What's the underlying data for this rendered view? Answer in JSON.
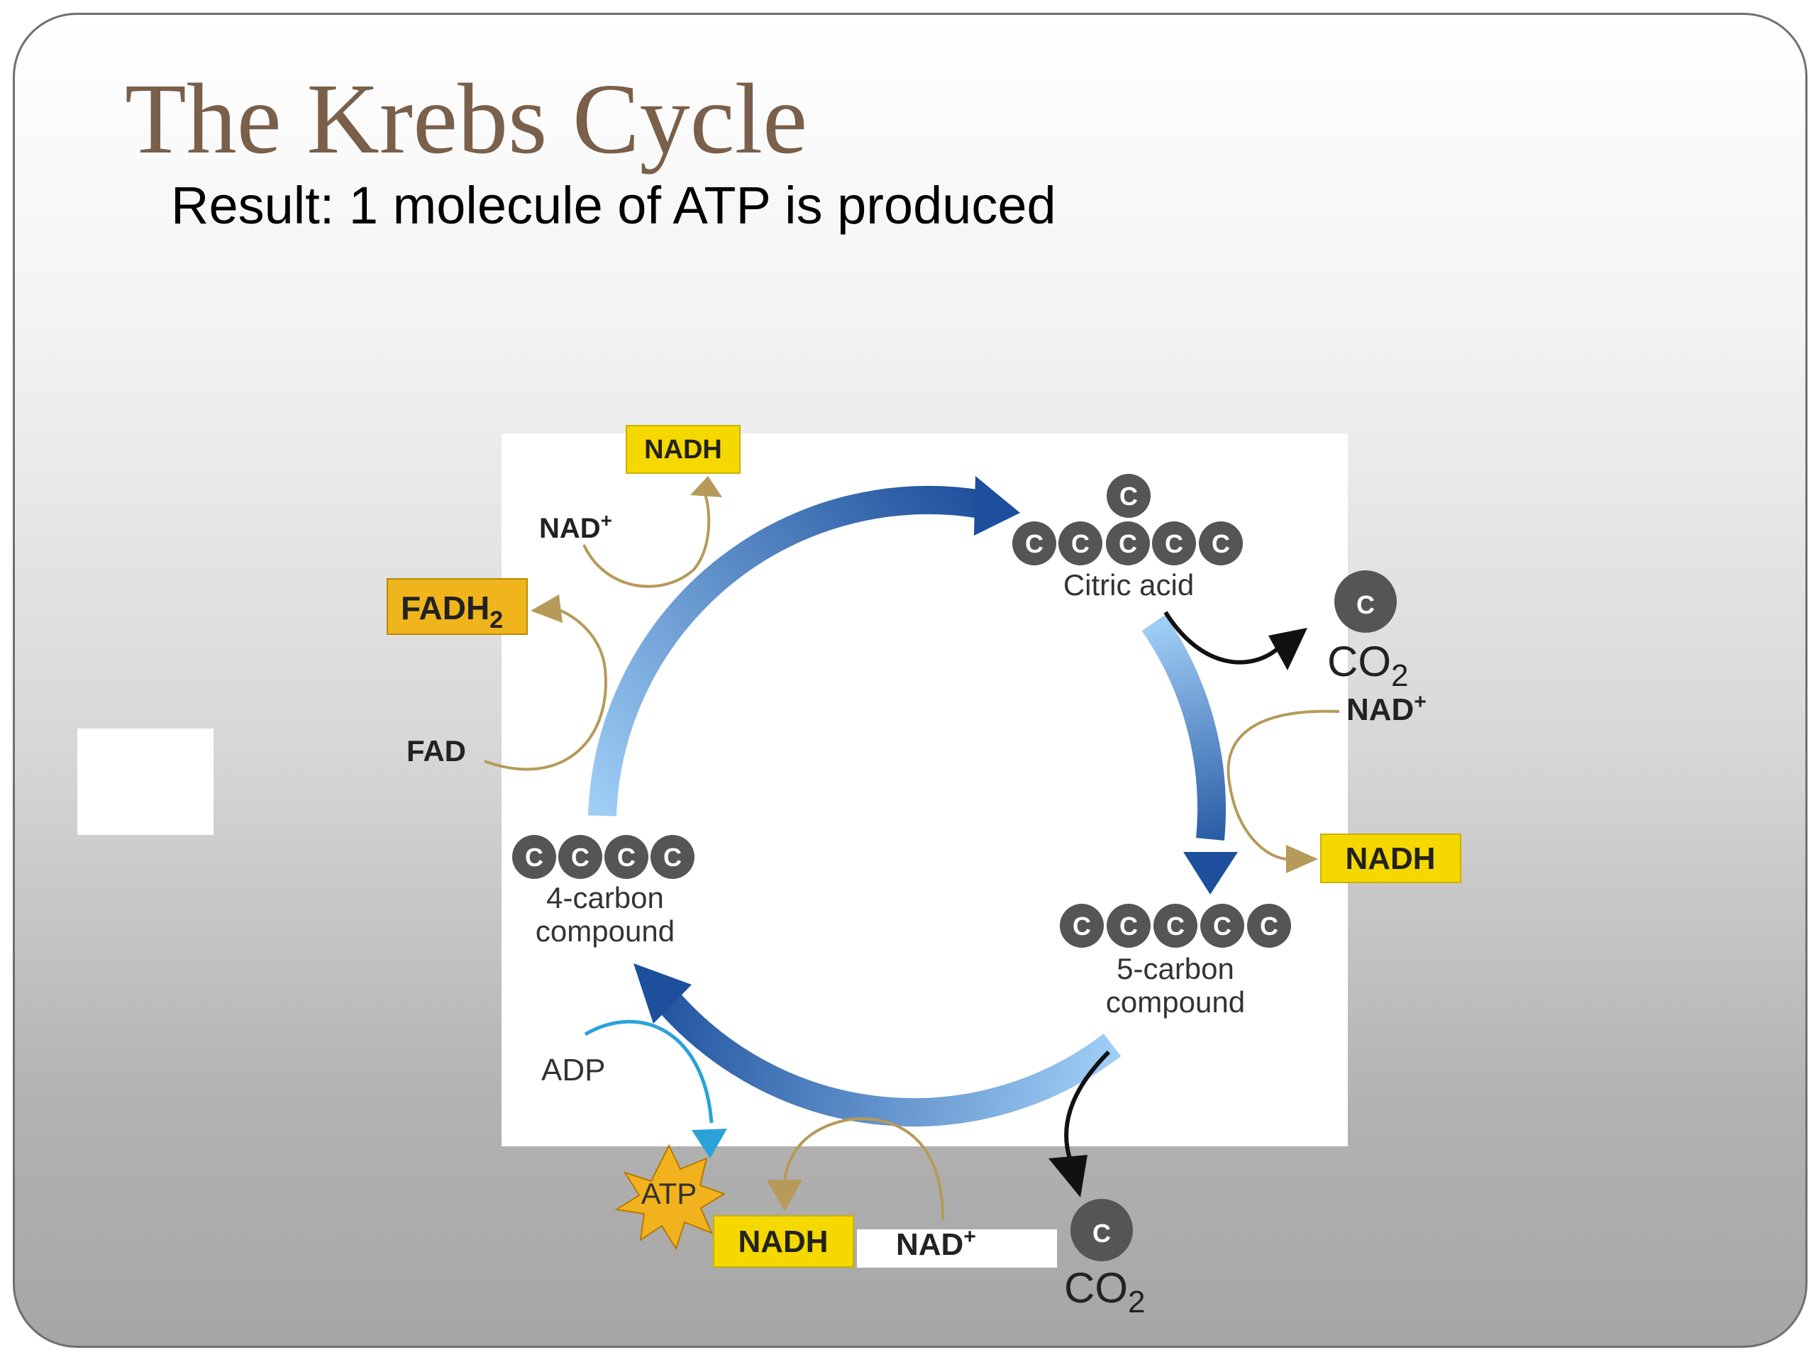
{
  "title": "The Krebs Cycle",
  "subtitle": "Result: 1 molecule of ATP is produced",
  "carbon_symbol": "C",
  "labels": {
    "citric_acid": "Citric acid",
    "five_carbon_line1": "5-carbon",
    "five_carbon_line2": "compound",
    "four_carbon_line1": "4-carbon",
    "four_carbon_line2": "compound",
    "co2": "CO",
    "co2_sub": "2",
    "nad": "NAD",
    "nad_sup": "+",
    "nadh": "NADH",
    "fad": "FAD",
    "fadh": "FADH",
    "fadh_sub": "2",
    "adp": "ADP",
    "atp": "ATP"
  },
  "colors": {
    "title": "#7a604a",
    "nadh_box": "#f5d800",
    "fadh_box": "#f0b51c",
    "arrow_dark": "#1d4f9c",
    "arrow_light": "#9ecdf5",
    "carbon": "#555555",
    "gold_arrow": "#b59a5a",
    "blue_arrow": "#2aa2d8",
    "atp_star": "#f2b21d"
  }
}
